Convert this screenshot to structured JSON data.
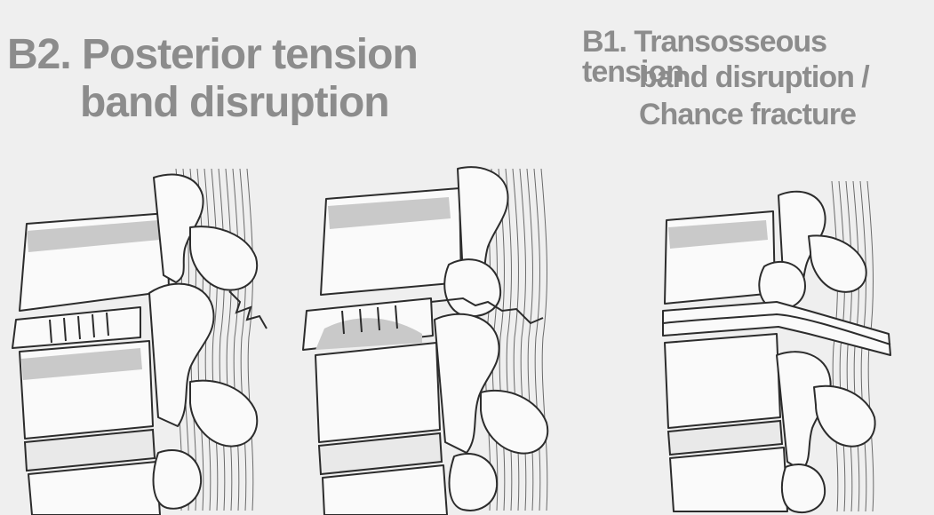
{
  "b2": {
    "title_line1": "B2. Posterior tension",
    "title_line2": "band disruption"
  },
  "b1": {
    "title_line1": "B1. Transosseous tension",
    "title_line2": "band disruption /",
    "title_line3": "Chance fracture"
  },
  "colors": {
    "background": "#efefef",
    "title": "#8c8c8c",
    "bone_fill": "#fafafa",
    "outline": "#2c2c2c",
    "shade": "#c9c9c9"
  }
}
